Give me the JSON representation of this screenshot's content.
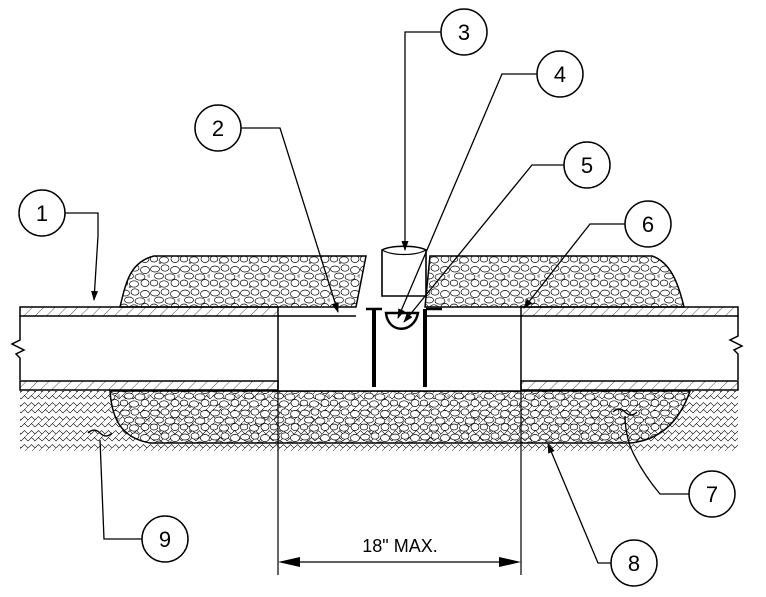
{
  "callouts": [
    {
      "number": "1"
    },
    {
      "number": "2"
    },
    {
      "number": "3"
    },
    {
      "number": "4"
    },
    {
      "number": "5"
    },
    {
      "number": "6"
    },
    {
      "number": "7"
    },
    {
      "number": "8"
    },
    {
      "number": "9"
    }
  ],
  "dimension": {
    "label": "18\" MAX."
  },
  "colors": {
    "line": "#000000",
    "background": "#ffffff",
    "fill": "#ffffff"
  }
}
